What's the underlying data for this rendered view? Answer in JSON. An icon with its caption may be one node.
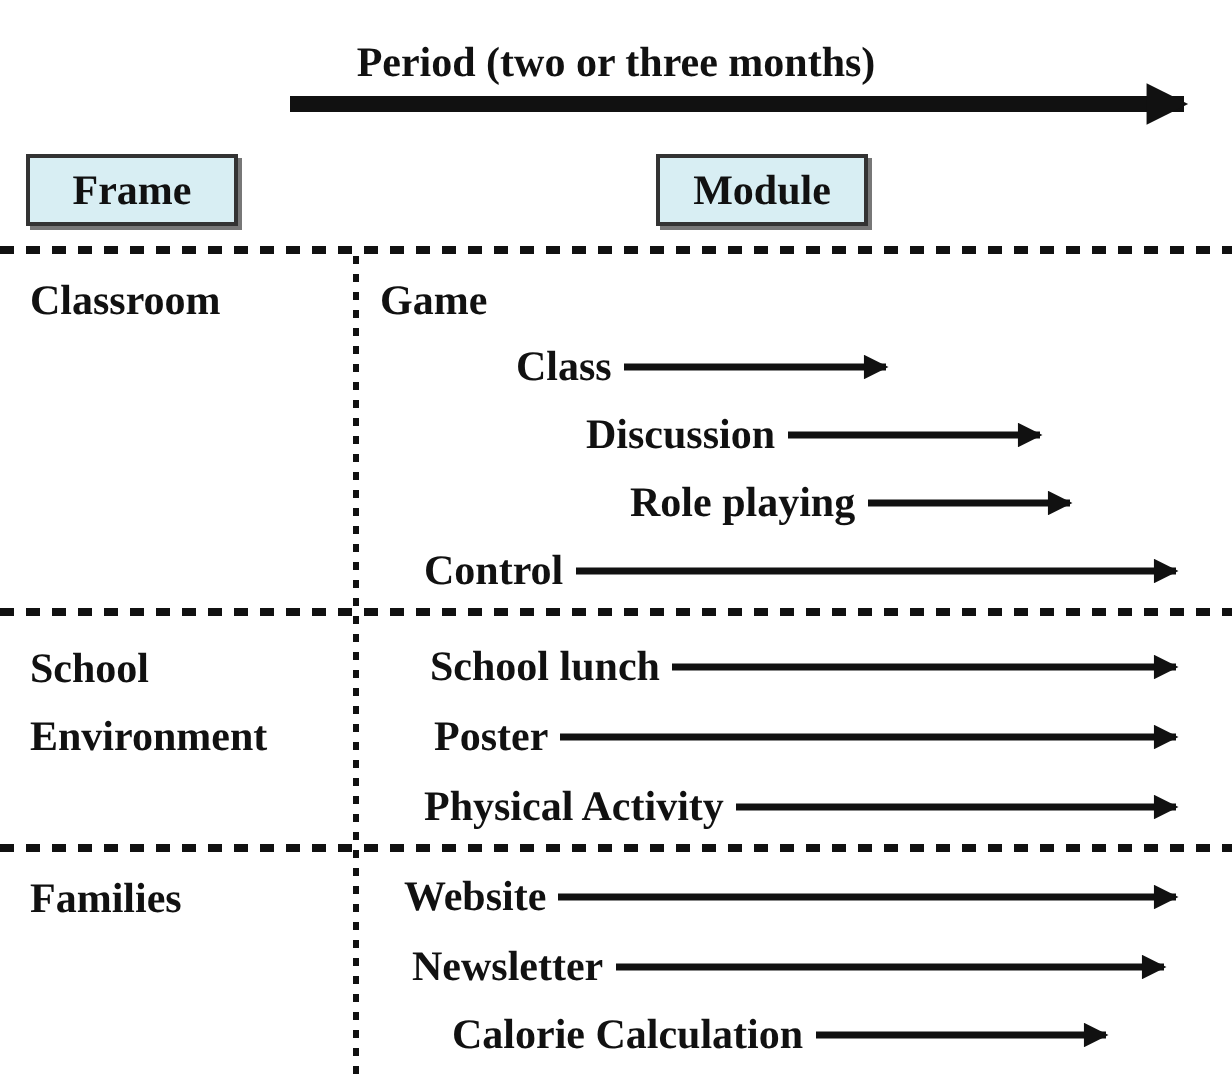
{
  "diagram": {
    "nodes": [
      {
        "text": [
          "Frame"
        ]
      },
      {
        "text": [
          "Module"
        ]
      },
      {
        "text": [
          "Class"
        ]
      },
      {
        "text": [
          "Discussion"
        ]
      },
      {
        "text": [
          "Role playing"
        ]
      },
      {
        "text": [
          "Control"
        ]
      },
      {
        "text": [
          "School lunch"
        ]
      },
      {
        "text": [
          "Poster"
        ]
      },
      {
        "text": [
          "Physical Activity"
        ]
      },
      {
        "text": [
          "Website"
        ]
      },
      {
        "text": [
          "Newsletter"
        ]
      },
      {
        "text": [
          "Calorie Calculation"
        ]
      }
    ],
    "edges": [
      {
        "from": 2,
        "to": null,
        "arrow": "to"
      },
      {
        "from": 3,
        "to": null,
        "arrow": "to"
      },
      {
        "from": 4,
        "to": null,
        "arrow": "to"
      },
      {
        "from": 5,
        "to": null,
        "arrow": "to"
      },
      {
        "from": 6,
        "to": null,
        "arrow": "to"
      },
      {
        "from": 7,
        "to": null,
        "arrow": "to"
      },
      {
        "from": 8,
        "to": null,
        "arrow": "to"
      },
      {
        "from": 9,
        "to": null,
        "arrow": "to"
      },
      {
        "from": 10,
        "to": null,
        "arrow": "to"
      },
      {
        "from": 11,
        "to": null,
        "arrow": "to"
      }
    ],
    "labels": [
      "Period (two or three months)",
      "Classroom",
      "Game",
      "School Environment",
      "Families"
    ]
  }
}
